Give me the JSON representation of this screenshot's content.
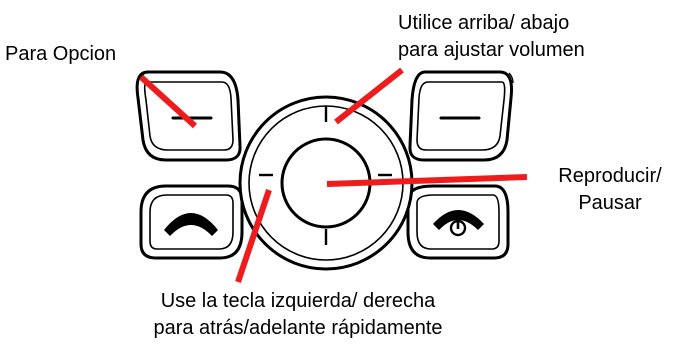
{
  "labels": {
    "options": [
      "Para Opcion"
    ],
    "volume": [
      "Utilice arriba/ abajo",
      "para ajustar volumen"
    ],
    "play_pause": [
      "Reproducir/",
      "Pausar"
    ],
    "seek": [
      "Use la tecla izquierda/ derecha",
      "para atrás/adelante rápidamente"
    ]
  },
  "icons": {
    "left_soft_key": "dash-icon",
    "right_soft_key": "dash-icon",
    "call_key": "phone-handset-icon",
    "end_key": "phone-power-icon"
  },
  "colors": {
    "pointer": "#ee1c1c",
    "key_outline": "#000000",
    "text": "#000000"
  }
}
